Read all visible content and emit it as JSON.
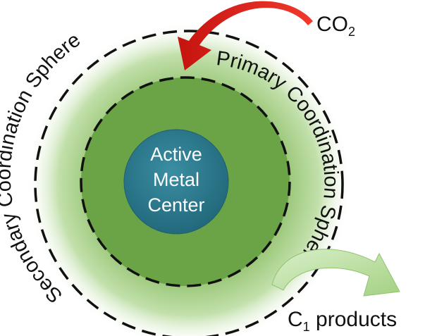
{
  "diagram": {
    "secondary_sphere_label": "Secondary Coordination Sphere",
    "primary_sphere_label": "Primary Coordination Sphere",
    "center": {
      "line1": "Active",
      "line2": "Metal",
      "line3": "Center"
    },
    "input": {
      "main": "CO",
      "sub": "2"
    },
    "output": {
      "main": "C",
      "sub": "1",
      "rest": " products"
    }
  },
  "colors": {
    "outer_glow": "#a9d08e",
    "primary_fill": "#6aa446",
    "center_fill": "#2b7a8f",
    "input_arrow": "#e0221b",
    "output_arrow": "#b9dfa0"
  }
}
